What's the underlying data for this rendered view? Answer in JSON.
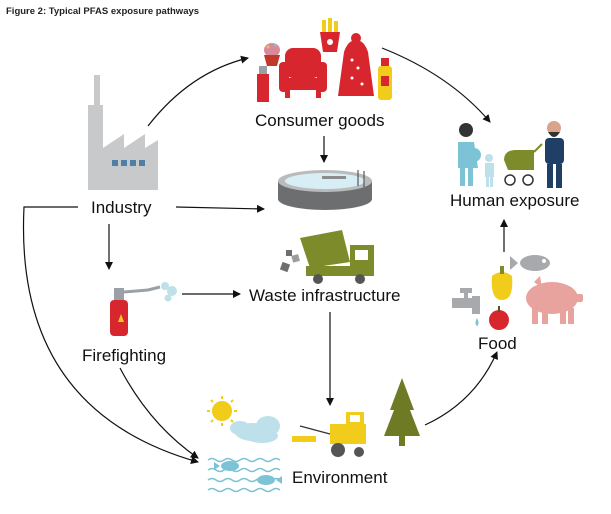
{
  "figure": {
    "title": "Figure 2: Typical PFAS exposure pathways"
  },
  "nodes": {
    "consumer_goods": "Consumer goods",
    "industry": "Industry",
    "waste_infrastructure": "Waste infrastructure",
    "firefighting": "Firefighting",
    "human_exposure": "Human exposure",
    "food": "Food",
    "environment": "Environment"
  },
  "colors": {
    "red": "#d7262e",
    "industry_gray": "#c7c9cb",
    "waste_olive": "#7e8b2a",
    "tanker_yellow": "#f2cc1a",
    "water_blue": "#7cc3d6",
    "tree_olive": "#6f7a25",
    "human_blue": "#1f3f66",
    "pig_pink": "#e9a39e"
  },
  "icons": [
    "factory-icon",
    "cupcake-icon",
    "armchair-icon",
    "fries-icon",
    "dress-icon",
    "spray-can-icon",
    "detergent-bottle-icon",
    "water-tank-icon",
    "dump-truck-icon",
    "fire-extinguisher-icon",
    "family-icon",
    "fish-icon",
    "pepper-icon",
    "faucet-icon",
    "apple-icon",
    "pig-icon",
    "sun-icon",
    "cloud-icon",
    "tractor-icon",
    "tree-icon",
    "water-fish-icon"
  ]
}
